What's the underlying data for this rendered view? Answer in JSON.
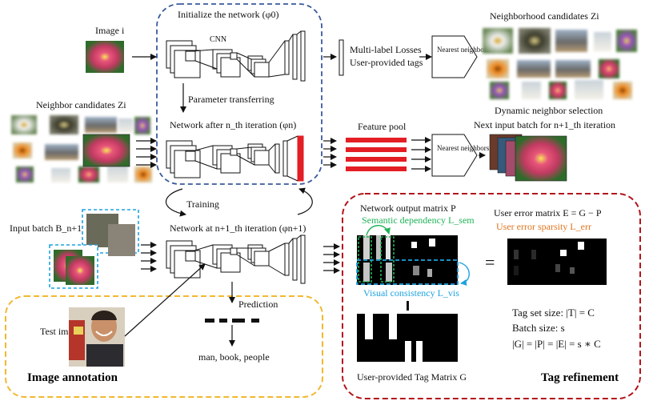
{
  "labels": {
    "image_i": "Image i",
    "init_network": "Initialize the network (φ0)",
    "cnn": "CNN",
    "param_transfer": "Parameter transferring",
    "network_after_n": "Network after n_th iteration (φn)",
    "training": "Training",
    "network_n1": "Network at n+1_th iteration (φn+1)",
    "multi_label_losses": "Multi-label Losses",
    "user_tags": "User-provided tags",
    "nearest_neighbors": "Nearest neighbors",
    "neighborhood_candidates": "Neighborhood candidates Zi",
    "neighbor_candidates": "Neighbor candidates Zi",
    "feature_pool": "Feature pool",
    "dynamic_selection": "Dynamic neighbor selection",
    "next_batch": "Next input batch for n+1_th iteration",
    "input_batch": "Input batch B_n+1",
    "test_image": "Test image",
    "prediction": "Prediction",
    "prediction_output": "man, book, people",
    "image_annotation": "Image annotation",
    "network_output_matrix": "Network output matrix P",
    "semantic_dependency": "Semantic dependency L_sem",
    "visual_consistency": "Visual consistency L_vis",
    "user_tag_matrix": "User-provided Tag Matrix G",
    "user_error_matrix": "User error matrix E = G − P",
    "user_error_sparsity": "User error sparsity L_err",
    "equals": "=",
    "tag_set_size": "Tag set size: |T| = C",
    "batch_size": "Batch size: s",
    "cardinality": "|G| = |P| = |E| = s ∗ C",
    "tag_refinement": "Tag refinement"
  },
  "colors": {
    "blue_dashed": "#3a5a9c",
    "orange_dashed": "#f2b830",
    "red_dashed": "#b3141b",
    "red_bar": "#e31e24",
    "green": "#1fb358",
    "cyan": "#1ea2e0",
    "orange_text": "#e07520"
  }
}
